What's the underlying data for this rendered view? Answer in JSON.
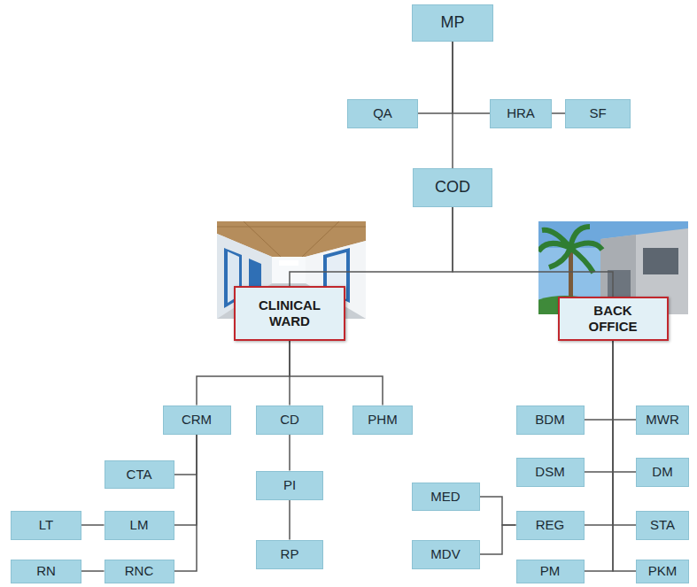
{
  "diagram": {
    "nodes": [
      {
        "text": [
          "MP"
        ]
      },
      {
        "text": [
          "QA"
        ]
      },
      {
        "text": [
          "HRA"
        ]
      },
      {
        "text": [
          "SF"
        ]
      },
      {
        "text": [
          "COD"
        ]
      },
      {
        "text": [
          "CLINICAL WARD"
        ]
      },
      {
        "text": [
          "BACK OFFICE"
        ]
      },
      {
        "text": [
          "CRM"
        ]
      },
      {
        "text": [
          "CD"
        ]
      },
      {
        "text": [
          "PHM"
        ]
      },
      {
        "text": [
          "CTA"
        ]
      },
      {
        "text": [
          "PI"
        ]
      },
      {
        "text": [
          "LT"
        ]
      },
      {
        "text": [
          "LM"
        ]
      },
      {
        "text": [
          "RP"
        ]
      },
      {
        "text": [
          "RN"
        ]
      },
      {
        "text": [
          "RNC"
        ]
      },
      {
        "text": [
          "BDM"
        ]
      },
      {
        "text": [
          "MWR"
        ]
      },
      {
        "text": [
          "DSM"
        ]
      },
      {
        "text": [
          "DM"
        ]
      },
      {
        "text": [
          "MED"
        ]
      },
      {
        "text": [
          "REG"
        ]
      },
      {
        "text": [
          "STA"
        ]
      },
      {
        "text": [
          "MDV"
        ]
      },
      {
        "text": [
          "PM"
        ]
      },
      {
        "text": [
          "PKM"
        ]
      }
    ],
    "edges": [
      {
        "from": 0,
        "to": 1,
        "arrow": "none"
      },
      {
        "from": 0,
        "to": 2,
        "arrow": "none"
      },
      {
        "from": 2,
        "to": 3,
        "arrow": "none"
      },
      {
        "from": 0,
        "to": 4,
        "arrow": "none"
      },
      {
        "from": 4,
        "to": 5,
        "arrow": "none"
      },
      {
        "from": 4,
        "to": 6,
        "arrow": "none"
      },
      {
        "from": 5,
        "to": 7,
        "arrow": "none"
      },
      {
        "from": 5,
        "to": 8,
        "arrow": "none"
      },
      {
        "from": 5,
        "to": 9,
        "arrow": "none"
      },
      {
        "from": 7,
        "to": 10,
        "arrow": "none"
      },
      {
        "from": 7,
        "to": 13,
        "arrow": "none"
      },
      {
        "from": 7,
        "to": 16,
        "arrow": "none"
      },
      {
        "from": 13,
        "to": 12,
        "arrow": "none"
      },
      {
        "from": 16,
        "to": 15,
        "arrow": "none"
      },
      {
        "from": 8,
        "to": 11,
        "arrow": "none"
      },
      {
        "from": 11,
        "to": 14,
        "arrow": "none"
      },
      {
        "from": 6,
        "to": 17,
        "arrow": "none"
      },
      {
        "from": 6,
        "to": 18,
        "arrow": "none"
      },
      {
        "from": 6,
        "to": 19,
        "arrow": "none"
      },
      {
        "from": 6,
        "to": 20,
        "arrow": "none"
      },
      {
        "from": 6,
        "to": 22,
        "arrow": "none"
      },
      {
        "from": 6,
        "to": 23,
        "arrow": "none"
      },
      {
        "from": 6,
        "to": 25,
        "arrow": "none"
      },
      {
        "from": 6,
        "to": 26,
        "arrow": "none"
      },
      {
        "from": 21,
        "to": 22,
        "arrow": "none"
      },
      {
        "from": 24,
        "to": 22,
        "arrow": "none"
      }
    ]
  }
}
